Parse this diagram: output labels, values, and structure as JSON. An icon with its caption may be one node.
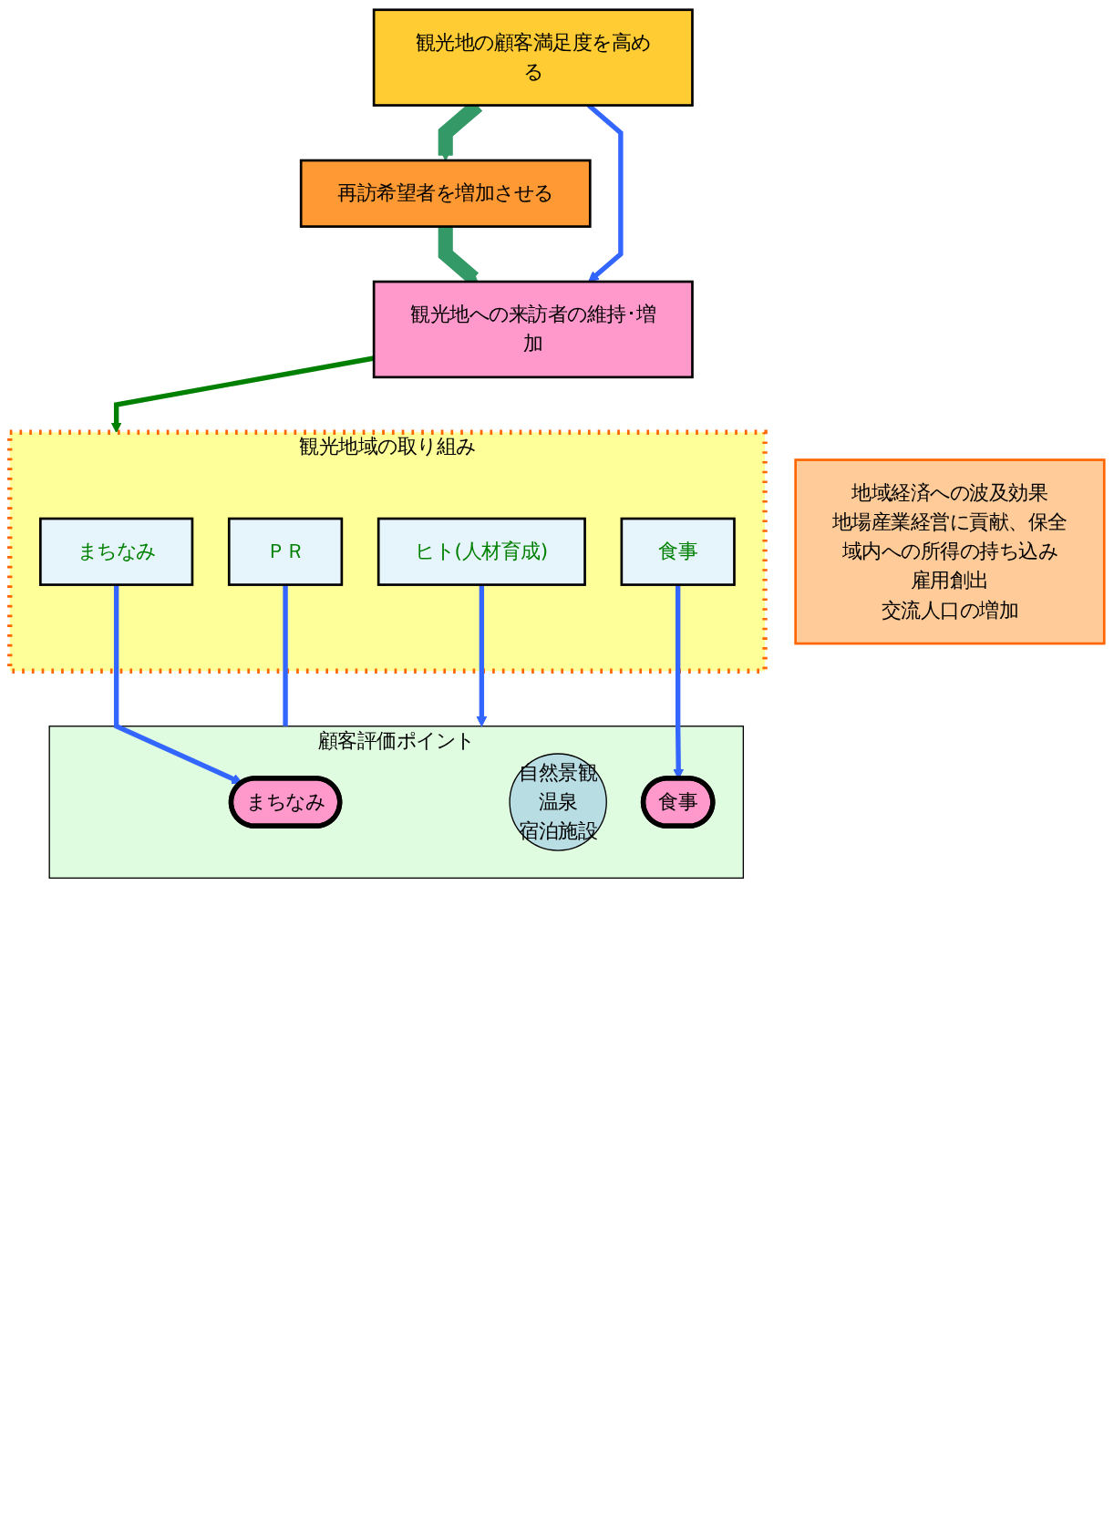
{
  "diagram": {
    "nodes": [
      {
        "text": [
          "観光地域の取り組み"
        ]
      },
      {
        "text": [
          "まちなみ"
        ],
        "in": 0
      },
      {
        "text": [
          "食事"
        ],
        "in": 0
      },
      {
        "text": [
          "ＰＲ"
        ],
        "in": 0
      },
      {
        "text": [
          "ヒト(人材育成)"
        ],
        "in": 0
      },
      {
        "text": [
          "顧客評価ポイント"
        ]
      },
      {
        "text": [
          "まちなみ"
        ],
        "in": 5
      },
      {
        "text": [
          "自然景観",
          "温泉",
          "宿泊施設"
        ],
        "in": 5
      },
      {
        "text": [
          "食事"
        ],
        "in": 5
      },
      {
        "text": [
          "観光地の顧客満足度を高める"
        ]
      },
      {
        "text": [
          "再訪希望者を増加させる"
        ]
      },
      {
        "text": [
          "観光地への来訪者の維持･増加"
        ]
      },
      {
        "text": [
          "地域経済への波及効果",
          "地場産業経営に貢献、保全",
          "域内への所得の持ち込み",
          "雇用創出",
          "交流人口の増加"
        ]
      }
    ],
    "edges": [
      {
        "from": 1,
        "to": 6,
        "arrow": "to"
      },
      {
        "from": 2,
        "to": 8,
        "arrow": "to"
      },
      {
        "from": 3,
        "to": 5,
        "arrow": "none"
      },
      {
        "from": 4,
        "to": 5,
        "arrow": "to"
      },
      {
        "from": 9,
        "to": 10,
        "arrow": "to",
        "style": "thick",
        "color": "#339966"
      },
      {
        "from": 10,
        "to": 11,
        "arrow": "to",
        "style": "thick",
        "color": "#339966"
      },
      {
        "from": 9,
        "to": 11,
        "arrow": "to"
      },
      {
        "from": 11,
        "to": 0,
        "arrow": "to",
        "color": "#008000"
      }
    ]
  }
}
